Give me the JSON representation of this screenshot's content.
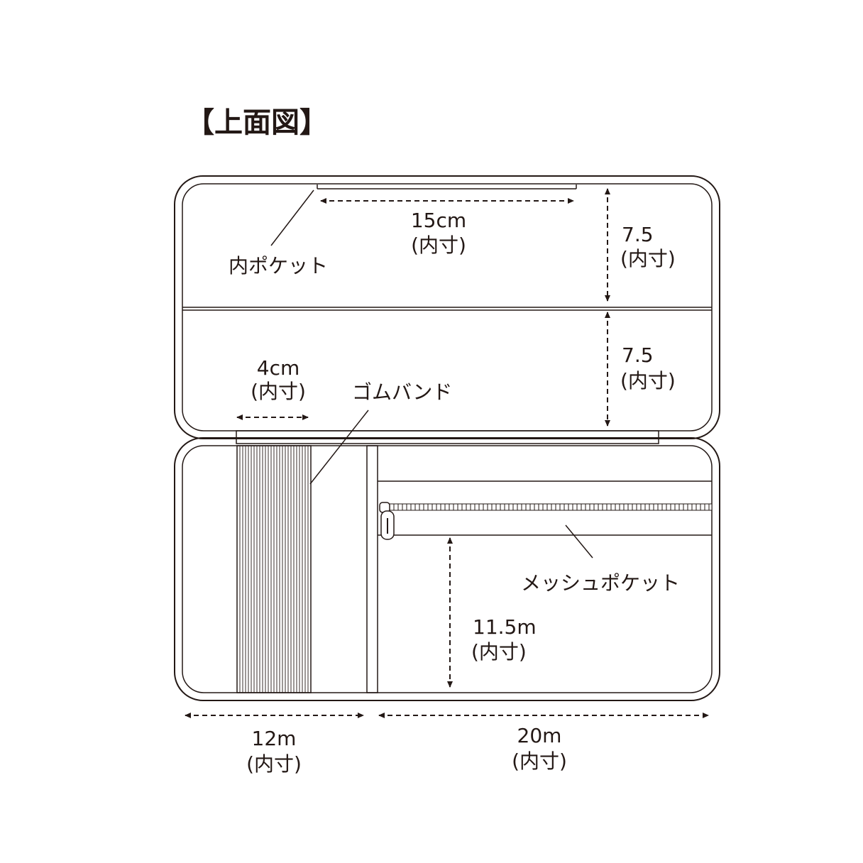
{
  "title": "【上面図】",
  "colors": {
    "ink": "#231815",
    "background": "#ffffff"
  },
  "labels": {
    "inner_pocket": "内ポケット",
    "rubber_band": "ゴムバンド",
    "mesh_pocket": "メッシュポケット"
  },
  "dimensions": {
    "inner_pocket_width": {
      "value": "15cm",
      "note": "(内寸)"
    },
    "top_section_height": {
      "value": "7.5",
      "note": "(内寸)"
    },
    "middle_section_height": {
      "value": "7.5",
      "note": "(内寸)"
    },
    "band_width": {
      "value": "4cm",
      "note": "(内寸)"
    },
    "mesh_pocket_height": {
      "value": "11.5m",
      "note": "(内寸)"
    },
    "left_width": {
      "value": "12m",
      "note": "(内寸)"
    },
    "right_width": {
      "value": "20m",
      "note": "(内寸)"
    }
  }
}
